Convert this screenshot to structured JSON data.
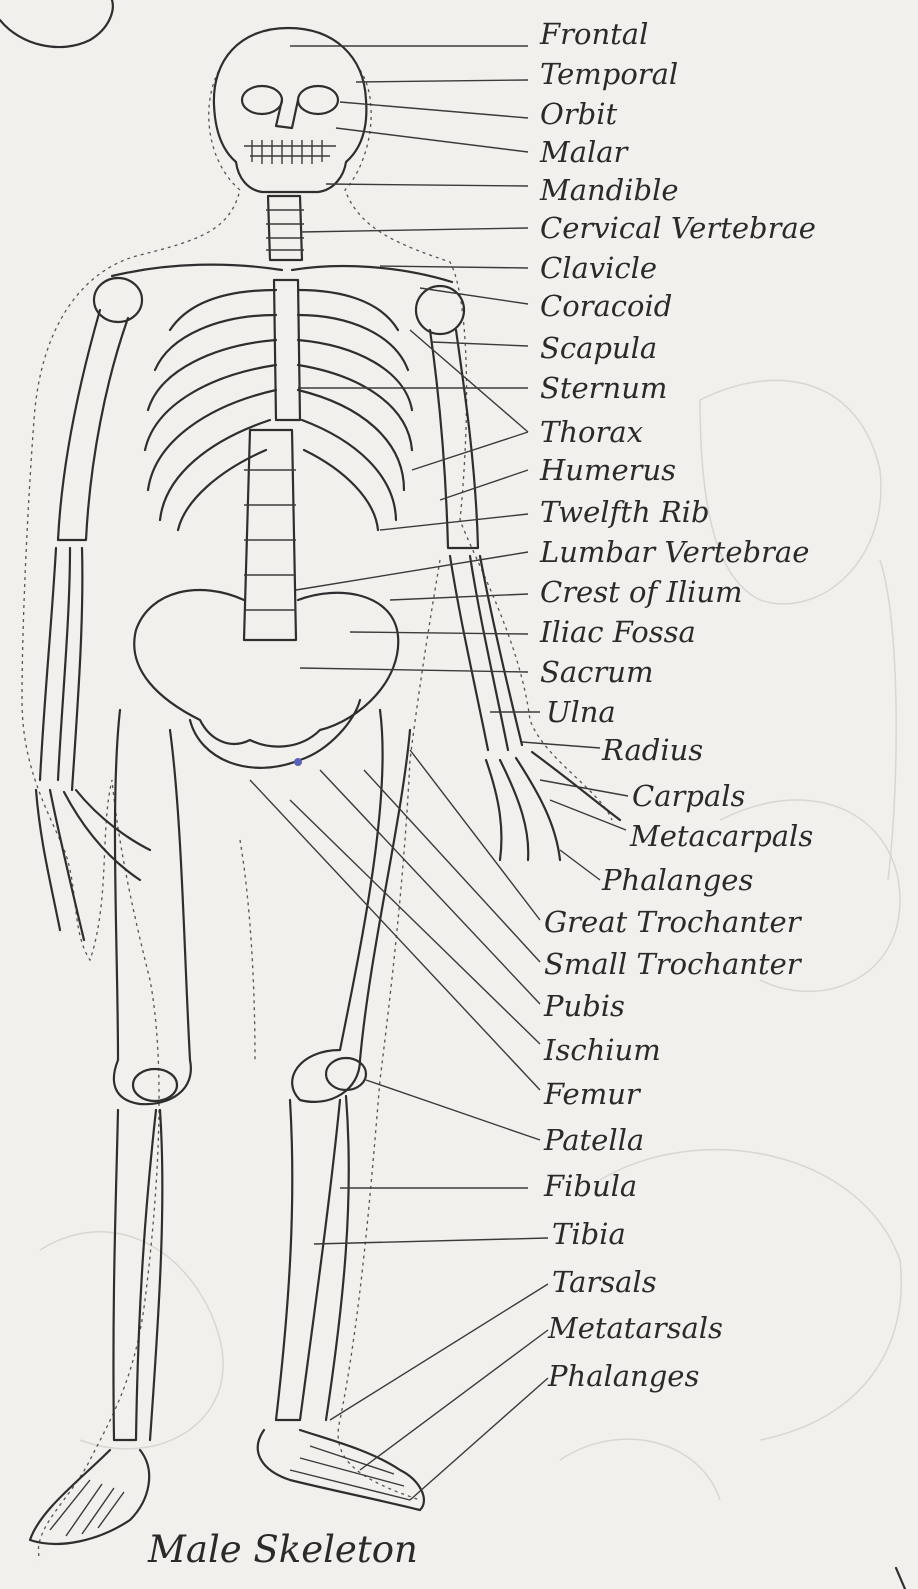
{
  "caption": "Male Skeleton",
  "labels": [
    "Frontal",
    "Temporal",
    "Orbit",
    "Malar",
    "Mandible",
    "Cervical Vertebrae",
    "Clavicle",
    "Coracoid",
    "Scapula",
    "Sternum",
    "Thorax",
    "Humerus",
    "Twelfth Rib",
    "Lumbar Vertebrae",
    "Crest of Ilium",
    "Iliac Fossa",
    "Sacrum",
    "Ulna",
    "Radius",
    "Carpals",
    "Metacarpals",
    "Phalanges",
    "Great Trochanter",
    "Small Trochanter",
    "Pubis",
    "Ischium",
    "Femur",
    "Patella",
    "Fibula",
    "Tibia",
    "Tarsals",
    "Metatarsals",
    "Phalanges"
  ]
}
